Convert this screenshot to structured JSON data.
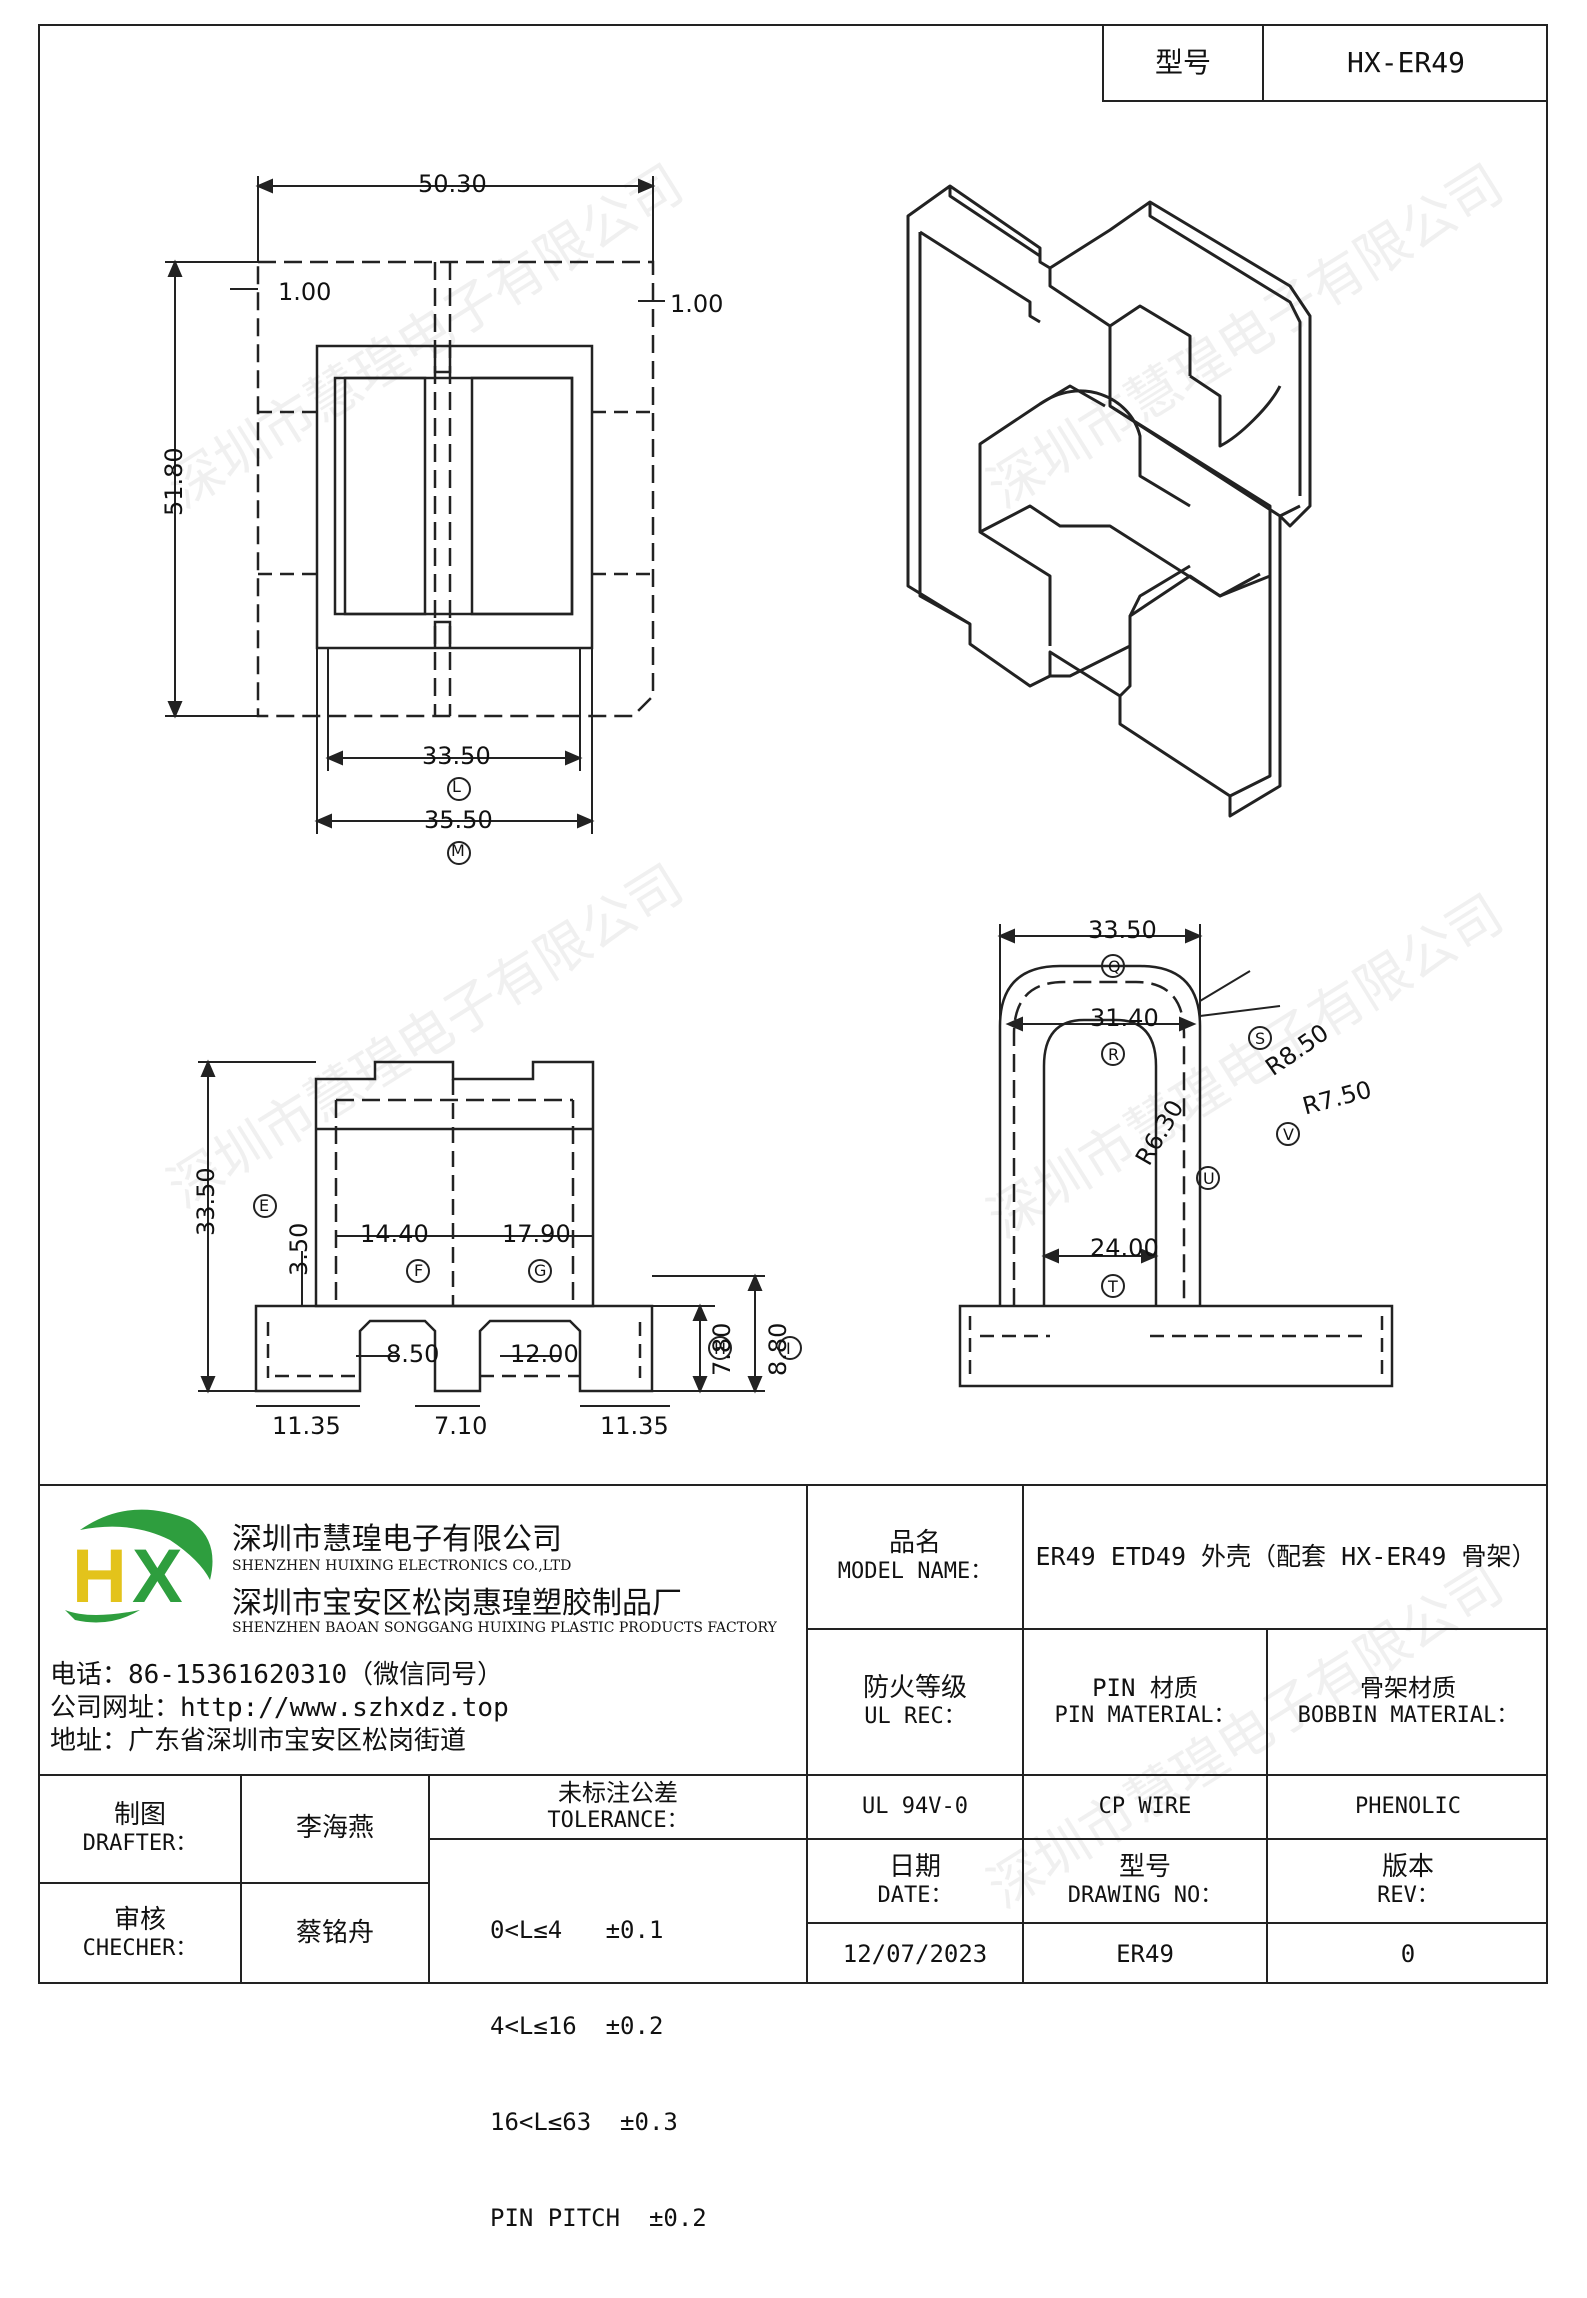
{
  "header": {
    "model_label": "型号",
    "model_value": "HX-ER49"
  },
  "watermark": "深圳市慧瑝电子有限公司",
  "drawing": {
    "top_view": {
      "width": "50.30",
      "height": "51.80",
      "margin_left": "1.00",
      "margin_right": "1.00",
      "inner_width": "33.50",
      "inner_label": "L",
      "outer_width": "35.50",
      "outer_label": "M"
    },
    "front_view": {
      "height": "33.50",
      "height_label": "E",
      "step": "3.50",
      "w1": "14.40",
      "w1_label": "F",
      "w2": "17.90",
      "w2_label": "G",
      "slot1": "8.50",
      "slot2": "12.00",
      "side_left": "11.35",
      "center": "7.10",
      "side_right": "11.35",
      "base_h1": "7.80",
      "base_h1_label": "H",
      "base_h2": "8.80",
      "base_h2_label": "I"
    },
    "side_view": {
      "width": "33.50",
      "width_label": "Q",
      "inner": "31.40",
      "inner_label": "R",
      "r1": "R8.50",
      "r1_label": "S",
      "r2": "R7.50",
      "r2_label": "V",
      "r3": "R6.30",
      "r3_label": "U",
      "bottom": "24.00",
      "bottom_label": "T"
    }
  },
  "company": {
    "name_cn": "深圳市慧瑝电子有限公司",
    "name_en": "SHENZHEN HUIXING ELECTRONICS CO.,LTD",
    "factory_cn": "深圳市宝安区松岗惠瑝塑胶制品厂",
    "factory_en": "SHENZHEN BAOAN SONGGANG HUIXING PLASTIC PRODUCTS FACTORY",
    "phone": "电话：86-15361620310（微信同号）",
    "website": "公司网址：http://www.szhxdz.top",
    "address": "地址：广东省深圳市宝安区松岗街道",
    "logo_text": "HX",
    "colors": {
      "logo_green": "#2e9e3e",
      "logo_yellow": "#e3c31b",
      "logo_blue": "#2a5a9e"
    }
  },
  "title_block": {
    "model_name_label_cn": "品名",
    "model_name_label_en": "MODEL NAME：",
    "model_name_value": "ER49 ETD49 外壳（配套 HX-ER49 骨架）",
    "ul_label_cn": "防火等级",
    "ul_label_en": "UL REC：",
    "pin_label_cn": "PIN 材质",
    "pin_label_en": "PIN MATERIAL：",
    "bobbin_label_cn": "骨架材质",
    "bobbin_label_en": "BOBBIN MATERIAL：",
    "ul_value": "UL 94V-0",
    "pin_value": "CP WIRE",
    "bobbin_value": "PHENOLIC",
    "date_label_cn": "日期",
    "date_label_en": "DATE：",
    "drawing_no_label_cn": "型号",
    "drawing_no_label_en": "DRAWING NO：",
    "rev_label_cn": "版本",
    "rev_label_en": "REV：",
    "date_value": "12/07/2023",
    "drawing_no_value": "ER49",
    "rev_value": "0",
    "drafter_label_cn": "制图",
    "drafter_label_en": "DRAFTER：",
    "drafter_value": "李海燕",
    "checker_label_cn": "审核",
    "checker_label_en": "CHECHER：",
    "checker_value": "蔡铭舟",
    "tolerance_label_cn": "未标注公差",
    "tolerance_label_en": "TOLERANCE：",
    "tolerance_lines": [
      "0<L≤4   ±0.1",
      "4<L≤16  ±0.2",
      "16<L≤63  ±0.3",
      "PIN PITCH  ±0.2"
    ]
  }
}
